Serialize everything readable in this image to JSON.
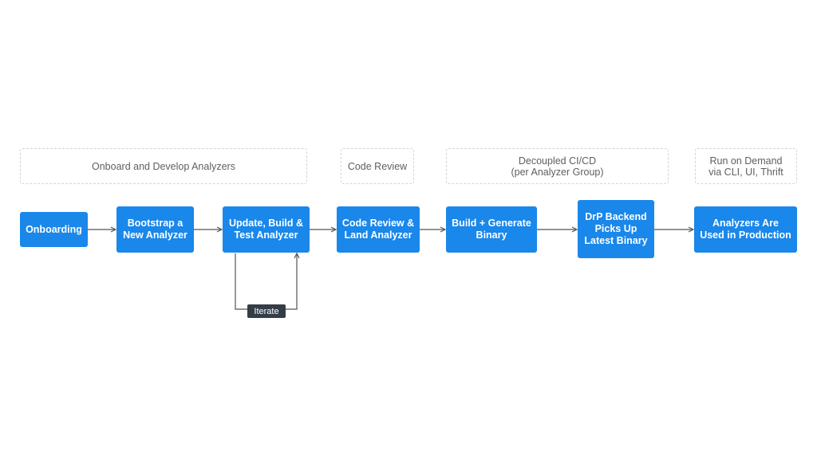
{
  "phases": [
    {
      "label": "Onboard and Develop Analyzers"
    },
    {
      "label": "Code Review"
    },
    {
      "label": "Decoupled CI/CD\n(per Analyzer Group)"
    },
    {
      "label": "Run on Demand\nvia CLI, UI, Thrift"
    }
  ],
  "steps": [
    {
      "label": "Onboarding"
    },
    {
      "label": "Bootstrap a\nNew Analyzer"
    },
    {
      "label": "Update, Build &\nTest Analyzer"
    },
    {
      "label": "Code Review &\nLand Analyzer"
    },
    {
      "label": "Build + Generate\nBinary"
    },
    {
      "label": "DrP Backend\nPicks Up\nLatest Binary"
    },
    {
      "label": "Analyzers Are\nUsed in Production"
    }
  ],
  "iterate": {
    "label": "Iterate"
  },
  "colors": {
    "step_fill": "#1a87ea",
    "phase_border": "#d4d4d4",
    "arrow": "#555555",
    "iterate_fill": "#333d47"
  }
}
